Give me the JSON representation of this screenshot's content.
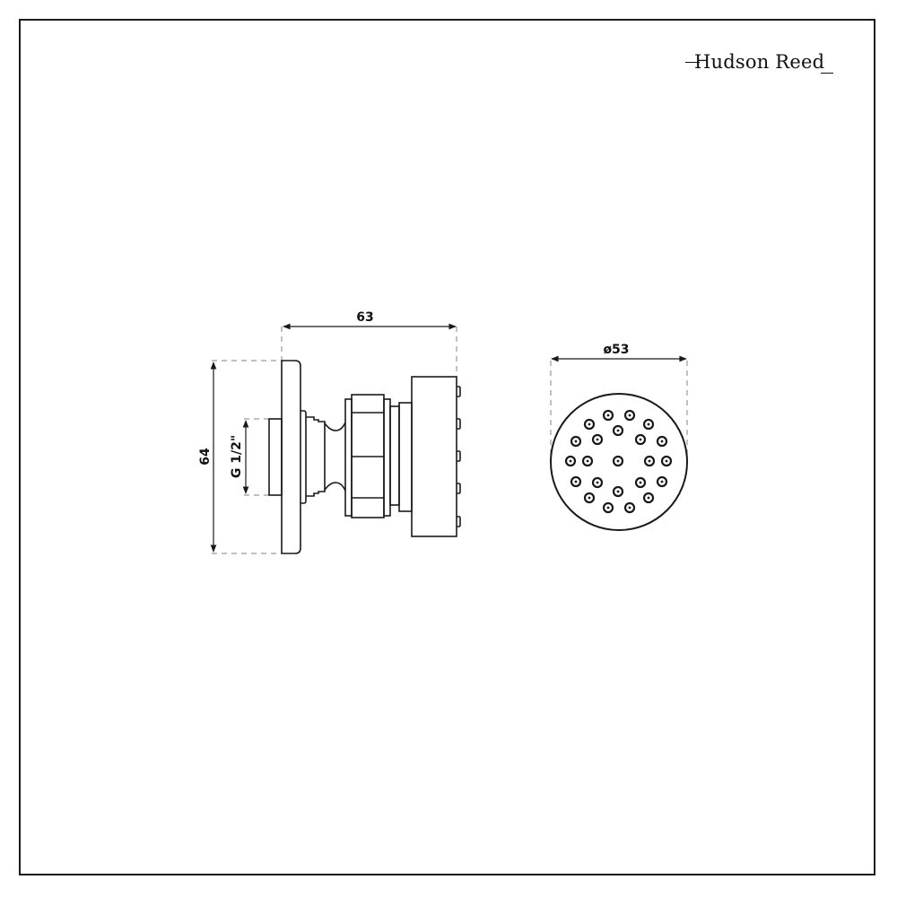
{
  "brand": {
    "name": "Hudson Reed"
  },
  "drawing": {
    "side_view": {
      "depth_dimension": "63",
      "height_dimension": "64",
      "thread_dimension": "G 1/2\""
    },
    "front_view": {
      "diameter_dimension": "ø53",
      "nozzle_count": 23
    }
  },
  "colors": {
    "line": "#1a1a1a",
    "dashed": "#9a9a9a",
    "background": "#ffffff"
  }
}
